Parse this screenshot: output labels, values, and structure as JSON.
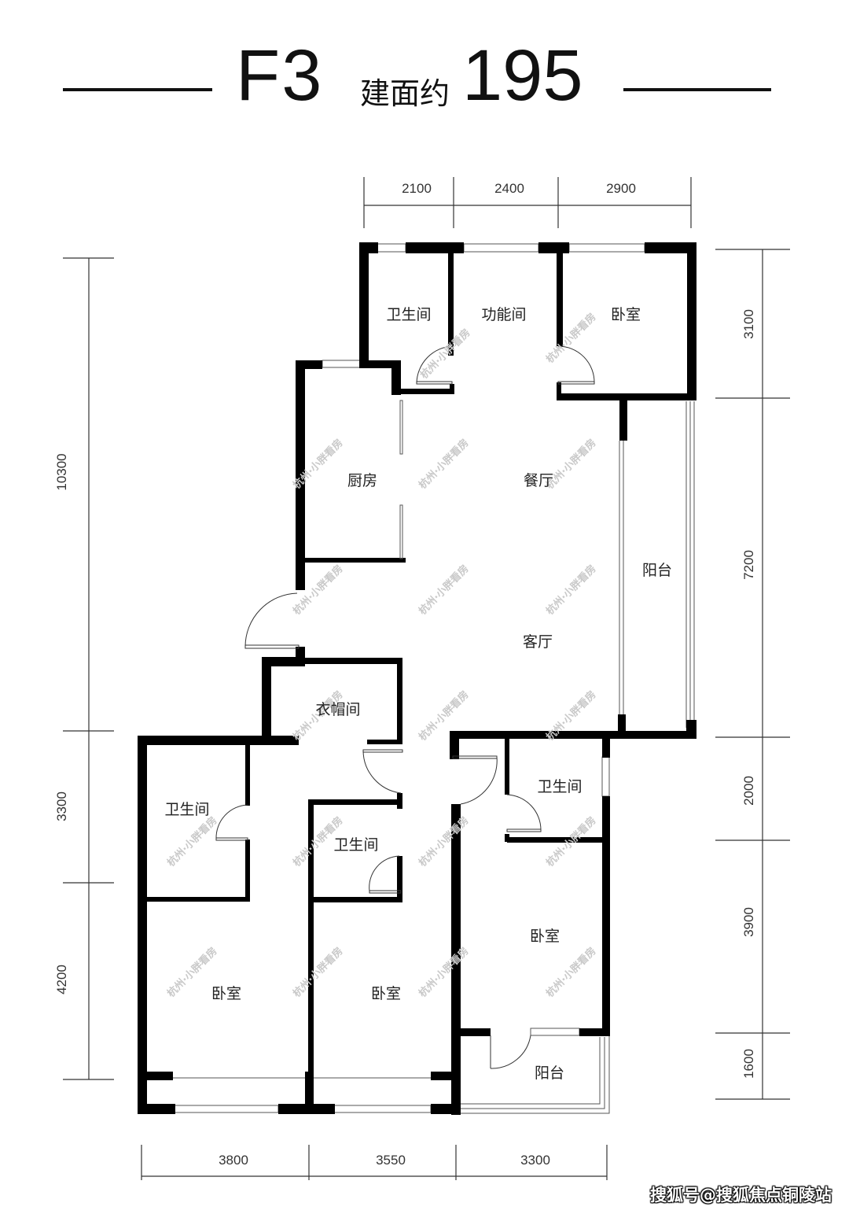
{
  "title": {
    "unit_code": "F3",
    "area_prefix": "建面约",
    "area_value": "195"
  },
  "dimensions": {
    "top": [
      "2100",
      "2400",
      "2900"
    ],
    "bottom": [
      "3800",
      "3550",
      "3300"
    ],
    "left": [
      "10300",
      "3300",
      "4200"
    ],
    "right": [
      "3100",
      "7200",
      "2000",
      "3900",
      "1600"
    ]
  },
  "rooms": [
    {
      "id": "bath-north",
      "label": "卫生间"
    },
    {
      "id": "function-room",
      "label": "功能间"
    },
    {
      "id": "bedroom-north",
      "label": "卧室"
    },
    {
      "id": "kitchen",
      "label": "厨房"
    },
    {
      "id": "dining",
      "label": "餐厅"
    },
    {
      "id": "balcony-east",
      "label": "阳台"
    },
    {
      "id": "living",
      "label": "客厅"
    },
    {
      "id": "cloakroom",
      "label": "衣帽间"
    },
    {
      "id": "bath-west",
      "label": "卫生间"
    },
    {
      "id": "bath-middle",
      "label": "卫生间"
    },
    {
      "id": "bath-east",
      "label": "卫生间"
    },
    {
      "id": "bedroom-east",
      "label": "卧室"
    },
    {
      "id": "bedroom-west",
      "label": "卧室"
    },
    {
      "id": "bedroom-middle",
      "label": "卧室"
    },
    {
      "id": "balcony-south",
      "label": "阳台"
    }
  ],
  "watermark": "杭州·小胖看房",
  "credit": "搜狐号@搜狐焦点铜陵站"
}
